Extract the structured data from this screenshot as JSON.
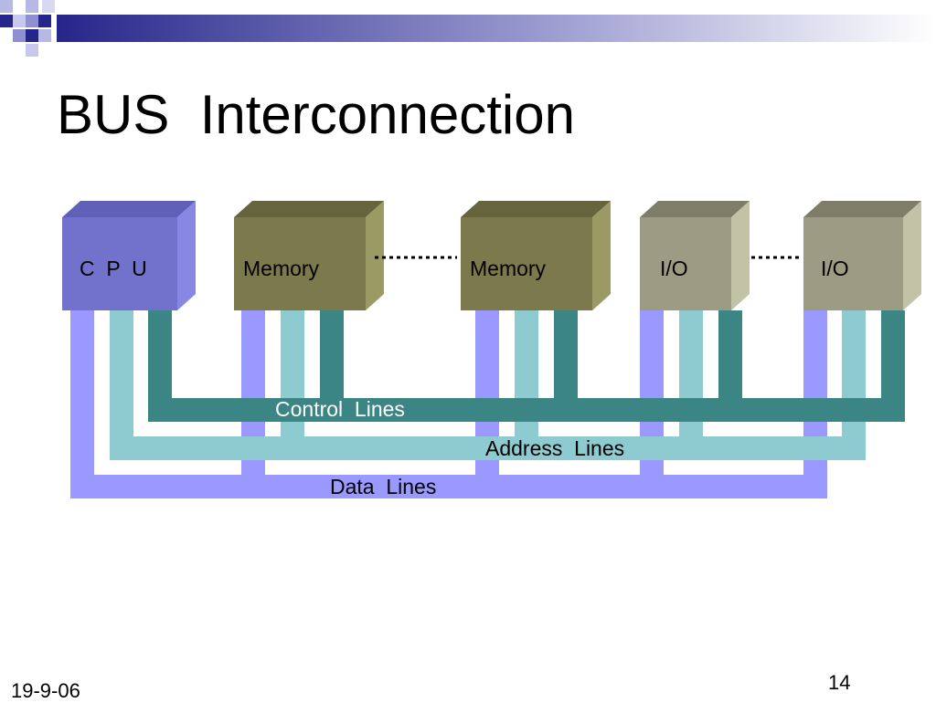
{
  "slide": {
    "title": "BUS  Interconnection",
    "date": "19-9-06",
    "page_number": "14"
  },
  "diagram": {
    "modules": [
      {
        "label": "C  P  U"
      },
      {
        "label": "Memory"
      },
      {
        "label": "Memory"
      },
      {
        "label": "I/O"
      },
      {
        "label": "I/O"
      }
    ],
    "buses": {
      "control": "Control  Lines",
      "address": "Address  Lines",
      "data": "Data  Lines"
    }
  },
  "colors": {
    "cpu": "#7272cc",
    "memory": "#7c7a4c",
    "io": "#9c9c84",
    "data_bus": "#9999ff",
    "address_bus": "#8ecbd0",
    "control_bus": "#3b8585",
    "header_accent": "#26268a"
  },
  "icons": {
    "header": "checkered-squares-gradient-bar",
    "ellipsis": "dotted-line-connector"
  }
}
